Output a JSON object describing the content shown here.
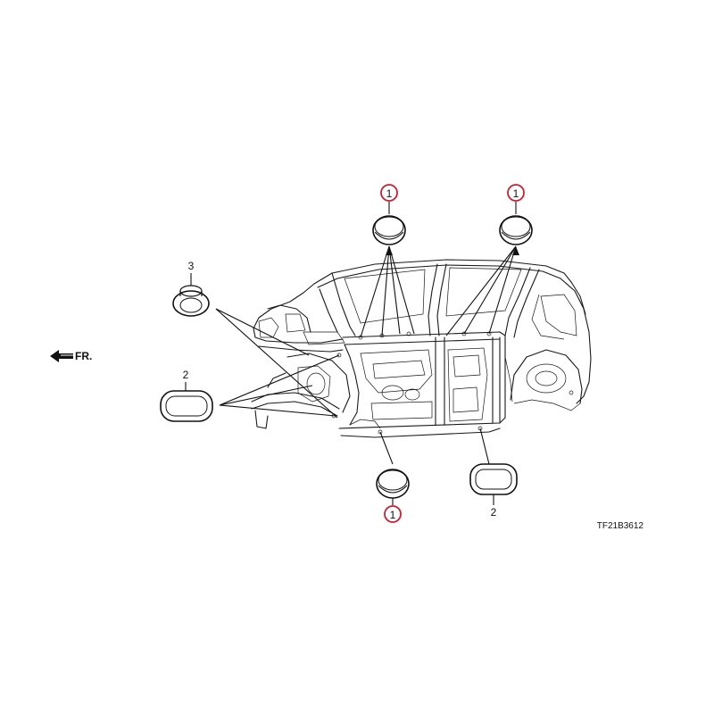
{
  "diagram": {
    "direction_indicator": "FR.",
    "figure_code": "TF21B3612",
    "accent_color": "#cc1f2f",
    "callouts": [
      {
        "id": "top-left",
        "label": "1",
        "circled": true
      },
      {
        "id": "top-right",
        "label": "1",
        "circled": true
      },
      {
        "id": "bottom-center",
        "label": "1",
        "circled": true
      },
      {
        "id": "left-upper",
        "label": "3",
        "circled": false
      },
      {
        "id": "left-lower",
        "label": "2",
        "circled": false
      },
      {
        "id": "bottom-right",
        "label": "2",
        "circled": false
      }
    ],
    "parts": [
      {
        "id": "grommet-round-top-left",
        "icon": "round-grommet-icon"
      },
      {
        "id": "grommet-round-top-right",
        "icon": "round-grommet-icon"
      },
      {
        "id": "grommet-round-bottom",
        "icon": "round-grommet-icon"
      },
      {
        "id": "plug-3",
        "icon": "stepped-plug-icon"
      },
      {
        "id": "grommet-oval-left",
        "icon": "oval-grommet-icon"
      },
      {
        "id": "grommet-oval-right",
        "icon": "oval-grommet-icon"
      }
    ]
  }
}
